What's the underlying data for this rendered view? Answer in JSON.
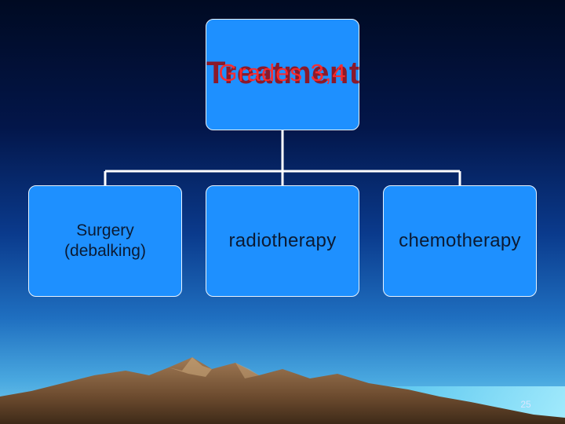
{
  "slide": {
    "title_main": "Treatment",
    "title_overlay": "Grades 3,4",
    "page_number": "25"
  },
  "nodes": [
    {
      "label_line1": "Surgery",
      "label_line2": "(debalking)"
    },
    {
      "label": "radiotherapy"
    },
    {
      "label": "chemotherapy"
    }
  ],
  "colors": {
    "node_fill": "#1e90ff",
    "title_text": "#8b1a2b",
    "overlay_text": "#ff2a2a",
    "connector": "#ffffff"
  }
}
